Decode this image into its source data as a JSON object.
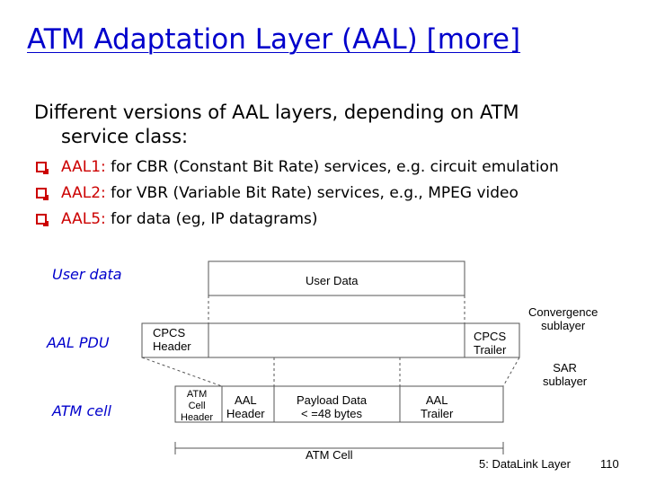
{
  "title": "ATM Adaptation Layer (AAL) [more]",
  "intro": {
    "line1": "Different versions of AAL layers, depending on ATM",
    "line2": "service class:"
  },
  "bullets": [
    {
      "head": "AAL1:",
      "text": " for CBR (Constant Bit Rate) services, e.g. circuit emulation"
    },
    {
      "head": "AAL2:",
      "text": " for VBR (Variable Bit Rate) services, e.g., MPEG video"
    },
    {
      "head": "AAL5:",
      "text": " for data (eg, IP datagrams)"
    }
  ],
  "diagram": {
    "row_labels": {
      "user_data": "User data",
      "aal_pdu": "AAL PDU",
      "atm_cell": "ATM cell"
    },
    "user_data_box": "User Data",
    "cpcs_header": "CPCS\nHeader",
    "cpcs_trailer": "CPCS\nTrailer",
    "convergence": "Convergence\nsublayer",
    "sar": "SAR\nsublayer",
    "atm_cell_header": "ATM\nCell\nHeader",
    "aal_header": "AAL\nHeader",
    "payload": "Payload Data\n< =48 bytes",
    "aal_trailer": "AAL\nTrailer",
    "atm_cell_caption": "ATM Cell"
  },
  "footer": {
    "chapter": "5: DataLink Layer",
    "page": "110"
  }
}
